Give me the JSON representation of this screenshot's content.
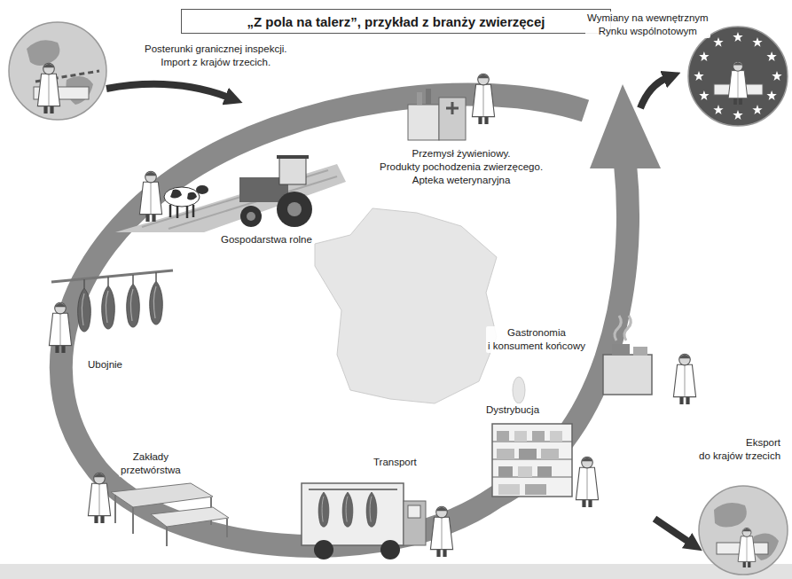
{
  "diagram": {
    "title": "„Z pola na talerz”, przykład z branży zwierzęcej",
    "labels": [
      "Posterunki granicznej inspekcji. Import z krajów trzecich.",
      "Wymiany na wewnętrznym Rynku wspólnotowym",
      "Przemysł żywieniowy. Produkty pochodzenia zwierzęcego. Apteka weterynaryjna",
      "Gospodarstwa rolne",
      "Gastronomia i konsument końcowy",
      "Ubojnie",
      "Dystrybucja",
      "Eksport do krajów trzecich",
      "Zakłady przetwórstwa",
      "Transport"
    ]
  }
}
